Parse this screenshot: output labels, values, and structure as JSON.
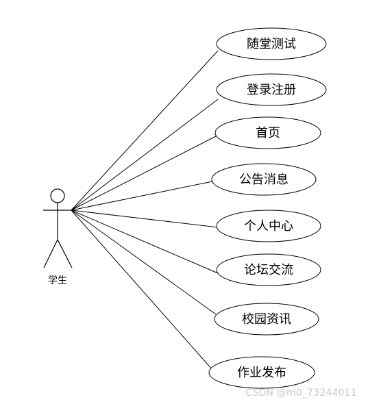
{
  "diagram": {
    "type": "use-case",
    "actor": {
      "label": "学生"
    },
    "use_cases": [
      {
        "label": "随堂测试"
      },
      {
        "label": "登录注册"
      },
      {
        "label": "首页"
      },
      {
        "label": "公告消息"
      },
      {
        "label": "个人中心"
      },
      {
        "label": "论坛交流"
      },
      {
        "label": "校园资讯"
      },
      {
        "label": "作业发布"
      }
    ]
  },
  "watermark": {
    "text": "CSDN @m0_73244011"
  }
}
